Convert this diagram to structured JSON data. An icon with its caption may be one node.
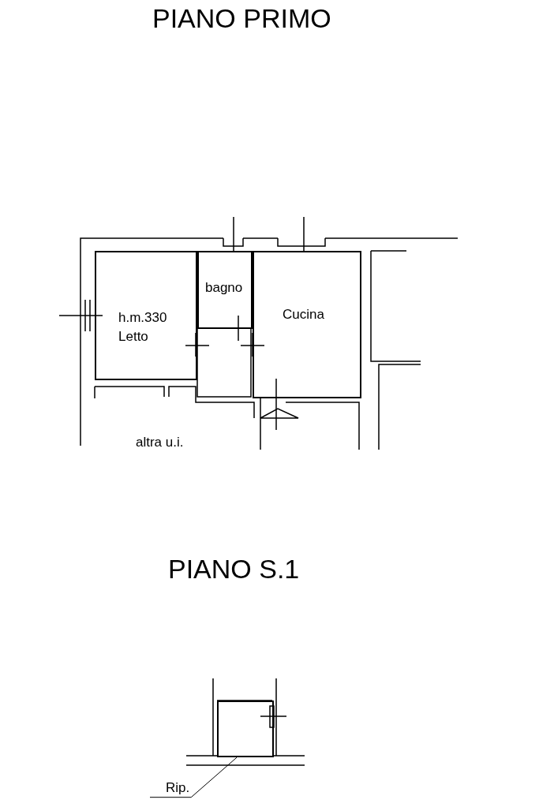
{
  "diagram": {
    "nodes": [
      {
        "text": [
          "h.m.330",
          "Letto"
        ]
      },
      {
        "text": [
          "bagno"
        ]
      },
      {
        "text": [
          "Cucina"
        ]
      },
      {
        "text": [
          "altra u.i."
        ]
      },
      {
        "text": [
          "Rip."
        ]
      },
      {
        "text": [],
        "shape": "box"
      }
    ],
    "edges": [
      {
        "from": 4,
        "to": 5,
        "arrow": "none"
      }
    ],
    "labels": [
      "PIANO PRIMO",
      "PIANO S.1"
    ]
  }
}
